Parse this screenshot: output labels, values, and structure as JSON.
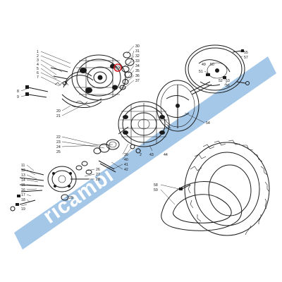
{
  "diagram": {
    "highlight_color": "#d71920",
    "watermark": {
      "text": "ricambi",
      "color": "#5b9bd5"
    },
    "callouts": {
      "c1": "1",
      "c2": "2",
      "c3": "3",
      "c4": "4",
      "c5": "5",
      "c6": "6",
      "c7": "7",
      "c8": "8",
      "c9": "9",
      "c20": "20",
      "c21": "21",
      "c30": "30",
      "c31": "31",
      "c32": "32",
      "c33": "33",
      "c34": "34",
      "c35": "35",
      "c36": "36",
      "c37": "37",
      "c49": "49",
      "c50": "50",
      "c51": "51",
      "c52": "52",
      "c53": "53",
      "c54": "54",
      "c55": "55",
      "c56": "56",
      "c57": "57",
      "c22": "22",
      "c23": "23",
      "c24": "24",
      "c25": "25",
      "c39": "39",
      "c40": "40",
      "c41": "41",
      "c42": "42",
      "c43": "43",
      "c44": "44",
      "c2b": "2",
      "c11": "11",
      "c12": "12",
      "c13": "13",
      "c14": "14",
      "c15": "15",
      "c16": "16",
      "c17": "17",
      "c18": "18",
      "c19": "19",
      "c26": "26",
      "c27": "27",
      "c28": "28",
      "c29": "29",
      "c58": "58",
      "c59": "59"
    }
  }
}
